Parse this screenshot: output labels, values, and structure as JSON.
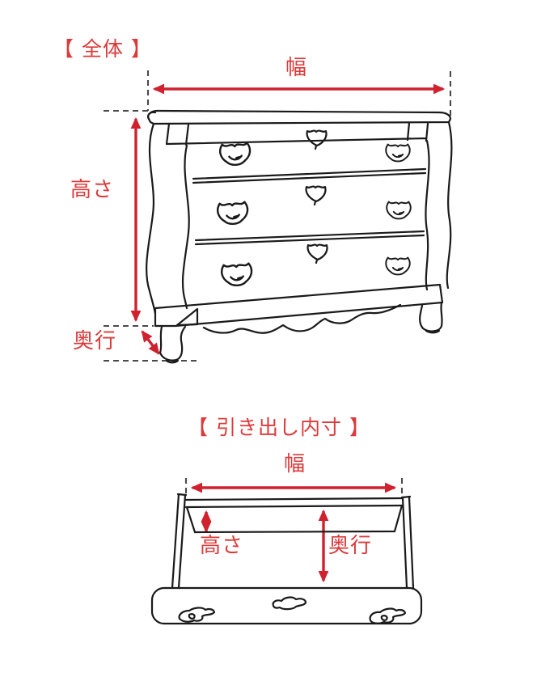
{
  "figure": {
    "background": "#ffffff",
    "palette": {
      "annotation_red": "#cf212e",
      "label_red": "#dc3a3a",
      "line_black": "#1a1a1a",
      "dash_gray": "#4a4a4a"
    },
    "overall": {
      "title": "【 全体 】",
      "width_label": "幅",
      "height_label": "高さ",
      "depth_label": "奥行"
    },
    "drawer_inner": {
      "title": "【 引き出し内寸 】",
      "width_label": "幅",
      "height_label": "高さ",
      "depth_label": "奥行"
    }
  }
}
